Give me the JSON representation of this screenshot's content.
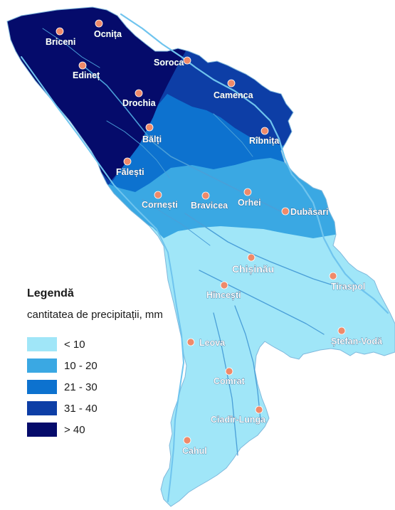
{
  "legend": {
    "title": "Legendă",
    "subtitle": "cantitatea de precipitații, mm",
    "classes": [
      {
        "label": "< 10",
        "color": "#a0e6f8"
      },
      {
        "label": "10 - 20",
        "color": "#3aa8e3"
      },
      {
        "label": "21 - 30",
        "color": "#0d72cf"
      },
      {
        "label": "31 - 40",
        "color": "#0d3ea6"
      },
      {
        "label": "> 40",
        "color": "#050b6b"
      }
    ]
  },
  "cities": [
    {
      "name": "Briceni"
    },
    {
      "name": "Ocnița"
    },
    {
      "name": "Soroca"
    },
    {
      "name": "Edineț"
    },
    {
      "name": "Drochia"
    },
    {
      "name": "Camenca"
    },
    {
      "name": "Bălți"
    },
    {
      "name": "Rîbnița"
    },
    {
      "name": "Fălești"
    },
    {
      "name": "Cornești"
    },
    {
      "name": "Bravicea"
    },
    {
      "name": "Orhei"
    },
    {
      "name": "Dubăsari"
    },
    {
      "name": "Chișinău"
    },
    {
      "name": "Tiraspol"
    },
    {
      "name": "Hîncești"
    },
    {
      "name": "Ștefan-Vodă"
    },
    {
      "name": "Leova"
    },
    {
      "name": "Comrat"
    },
    {
      "name": "Ciadîr-Lunga"
    },
    {
      "name": "Cahul"
    }
  ],
  "colors": {
    "river": "#4a9fd8",
    "river_light": "#6fc4ee",
    "city_marker": "#ef8a6a"
  }
}
